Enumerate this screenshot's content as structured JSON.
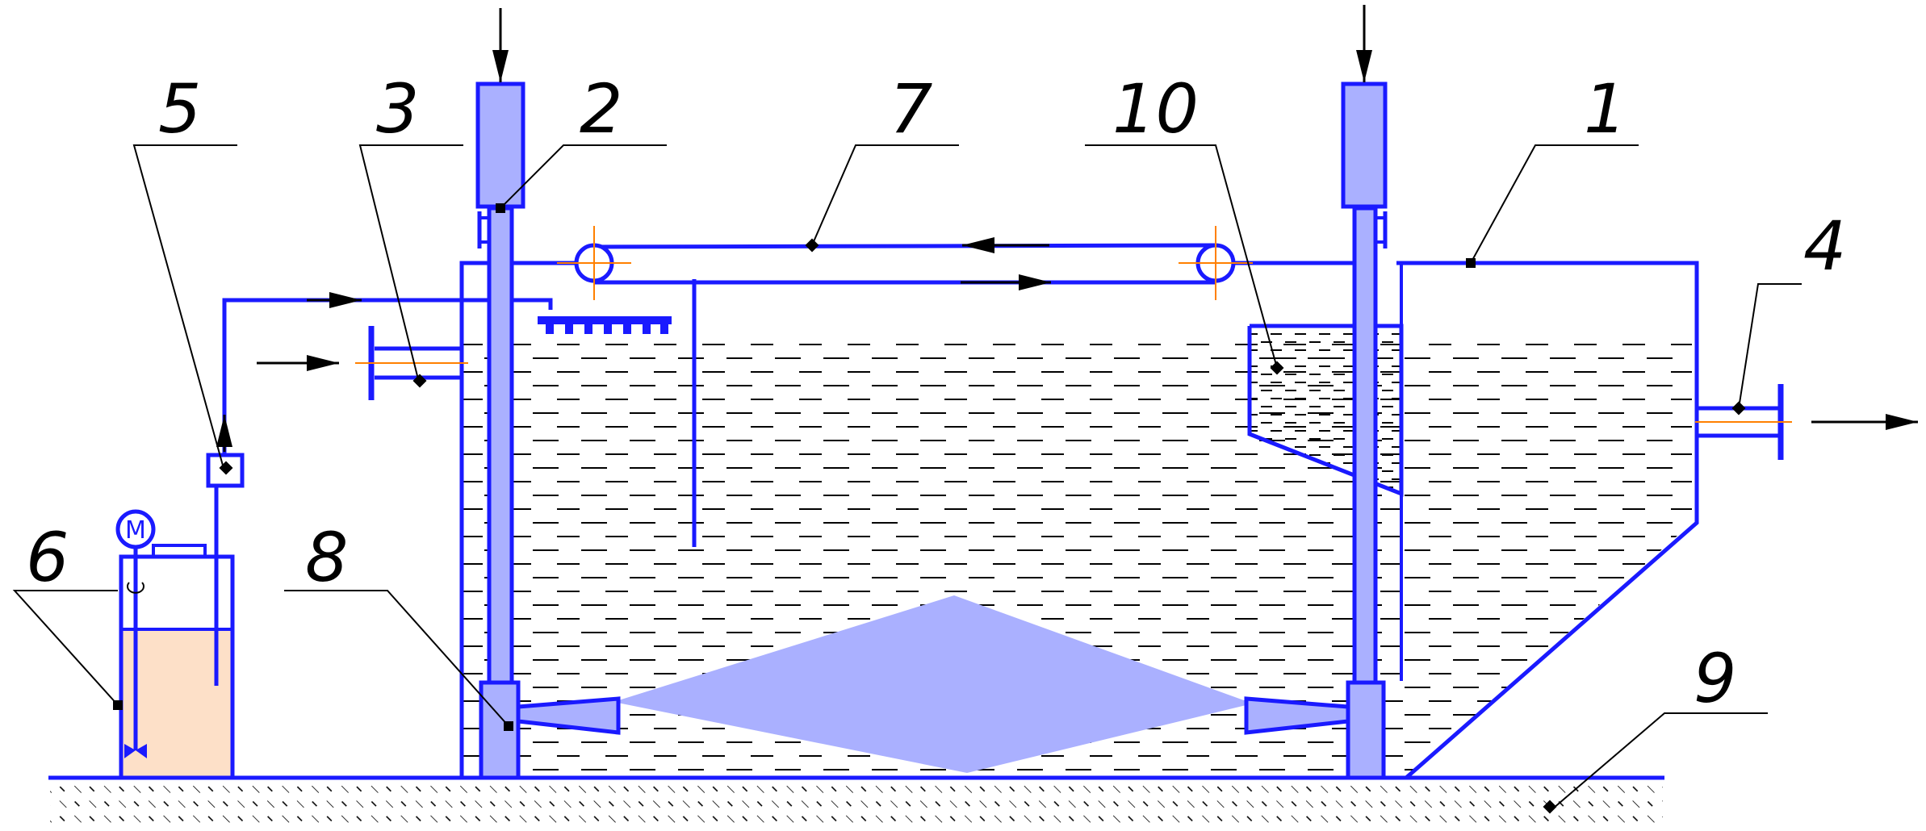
{
  "diagram": {
    "callouts": [
      "5",
      "3",
      "2",
      "7",
      "10",
      "1",
      "4",
      "6",
      "8",
      "9"
    ],
    "motor_symbol": "M"
  },
  "colors": {
    "line": "#1a1aff",
    "fill_blue": "#aab0ff",
    "fill_tank": "#fde0c8",
    "axis_orange": "#ff8000",
    "water_dash": "#000000",
    "ground_hatch": "#000000"
  },
  "icons": [
    "arrow-icon",
    "motor-icon",
    "pulley-icon",
    "valve-icon",
    "stirrer-icon"
  ]
}
